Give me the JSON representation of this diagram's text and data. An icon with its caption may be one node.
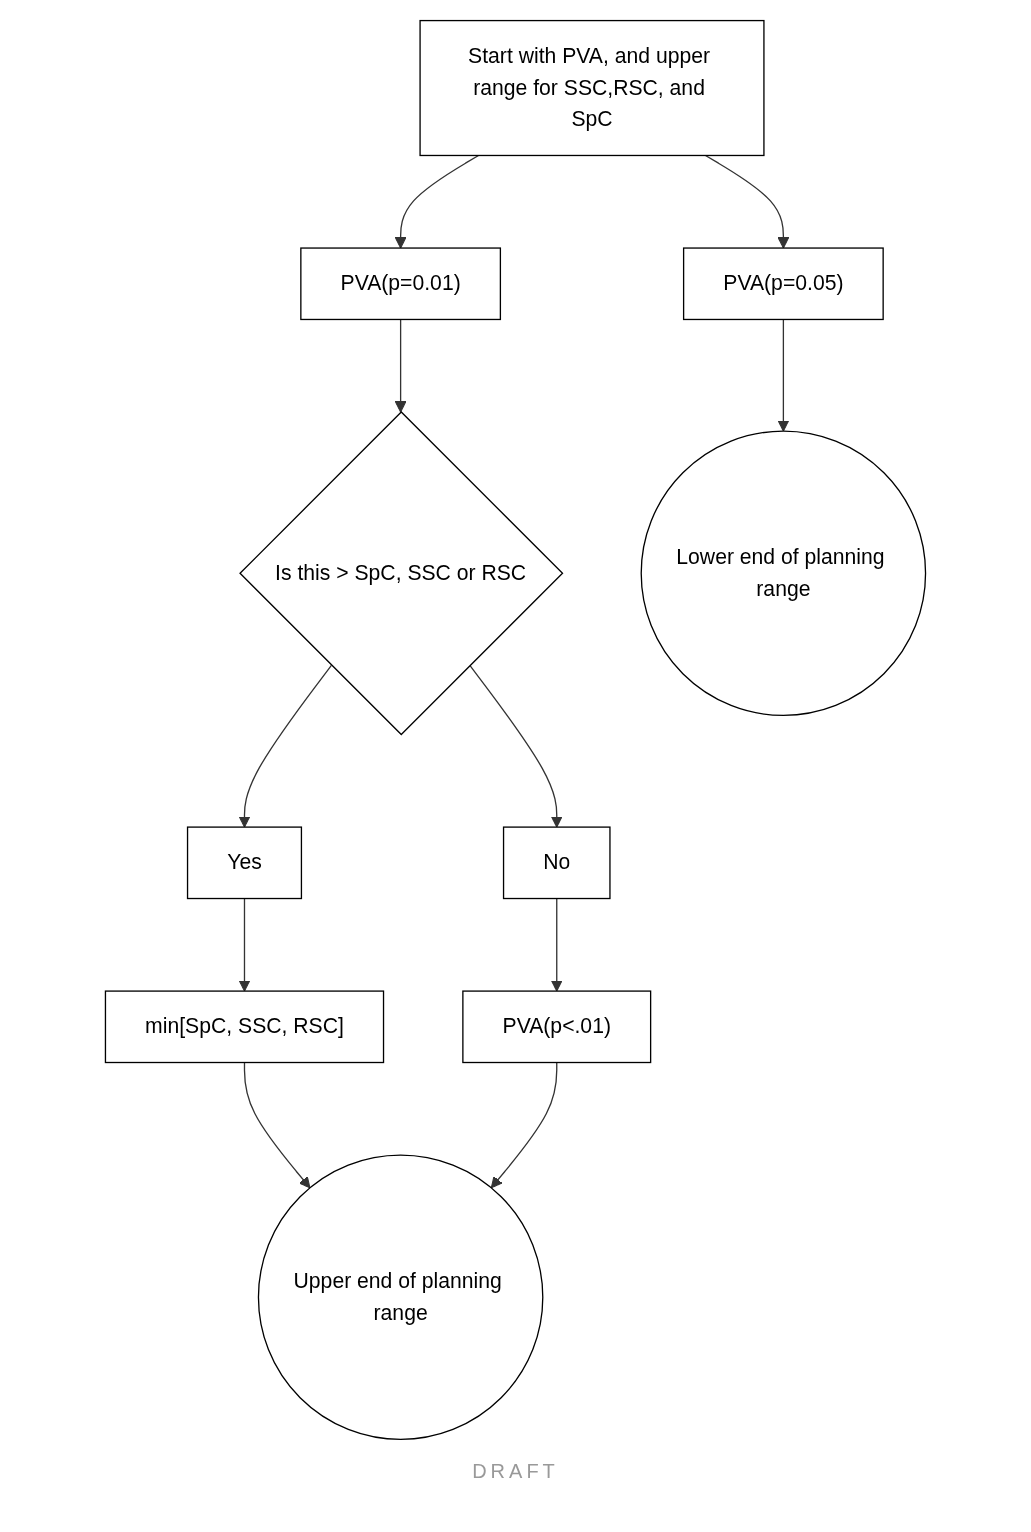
{
  "diagram": {
    "nodes": [
      {
        "text": [
          "Start with PVA, and upper range for SSC,RSC, and SpC"
        ]
      },
      {
        "text": [
          "PVA(p=0.05)"
        ]
      },
      {
        "text": [
          "PVA(p=0.01)"
        ]
      },
      {
        "text": [
          "Is this > SpC, SSC or RSC"
        ]
      },
      {
        "text": [
          "Yes"
        ]
      },
      {
        "text": [
          "No"
        ]
      },
      {
        "text": [
          "min[SpC, SSC, RSC]"
        ]
      },
      {
        "text": [
          "PVA(p<.01)"
        ]
      },
      {
        "text": [
          "Lower end of planning range"
        ]
      },
      {
        "text": [
          "Upper end of planning range"
        ]
      }
    ],
    "edges": [
      {
        "from": 0,
        "to": 1,
        "arrow": "to"
      },
      {
        "from": 0,
        "to": 2,
        "arrow": "to"
      },
      {
        "from": 2,
        "to": 3,
        "arrow": "to"
      },
      {
        "from": 1,
        "to": 8,
        "arrow": "to"
      },
      {
        "from": 3,
        "to": 4,
        "arrow": "to"
      },
      {
        "from": 3,
        "to": 5,
        "arrow": "to"
      },
      {
        "from": 4,
        "to": 6,
        "arrow": "to"
      },
      {
        "from": 5,
        "to": 7,
        "arrow": "to"
      },
      {
        "from": 6,
        "to": 9,
        "arrow": "to"
      },
      {
        "from": 7,
        "to": 9,
        "arrow": "to"
      }
    ],
    "labels": [
      "DRAFT"
    ]
  }
}
